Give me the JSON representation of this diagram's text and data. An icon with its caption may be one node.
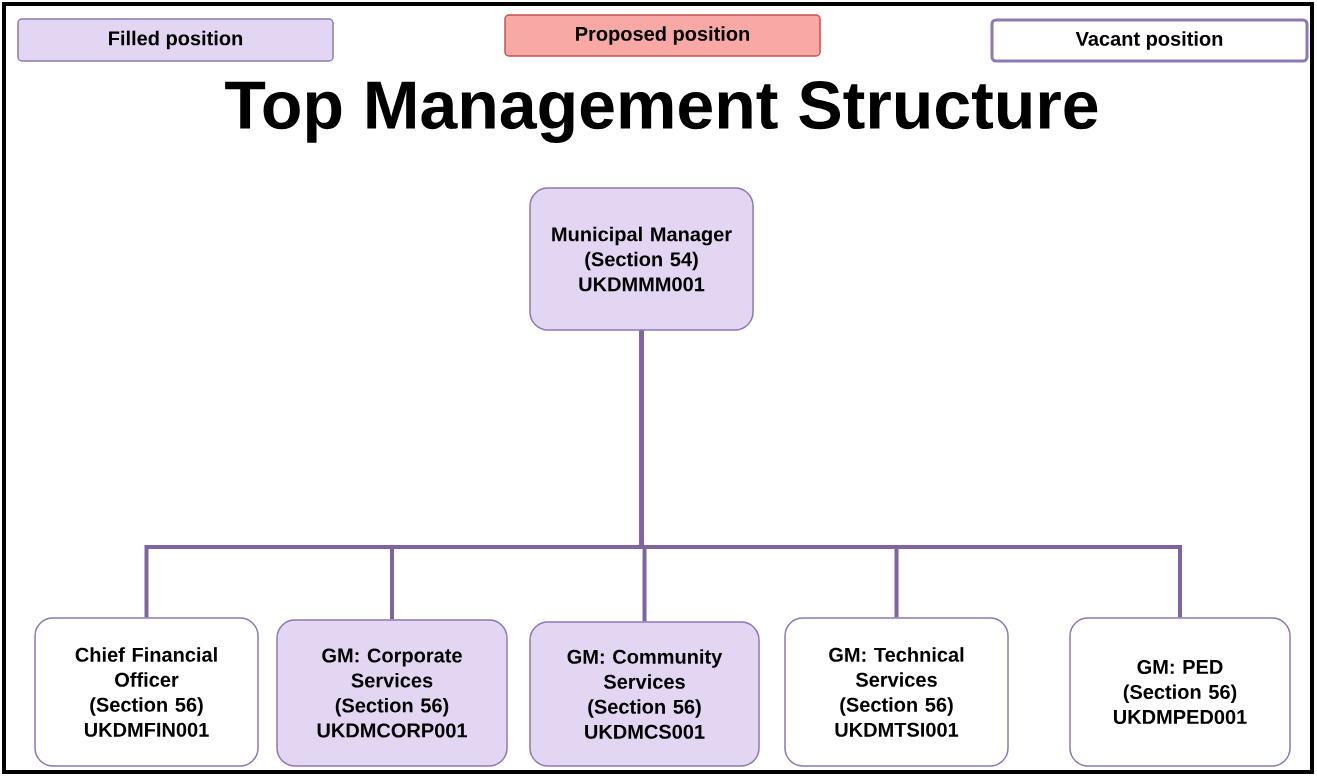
{
  "diagram": {
    "title": "Top Management Structure",
    "nodes": [
      {
        "text": [
          "Municipal Manager",
          "(Section 54)",
          "UKDMMM001"
        ]
      },
      {
        "text": [
          "Chief Financial Officer",
          "(Section 56)",
          "UKDMFIN001"
        ]
      },
      {
        "text": [
          "GM: Corporate Services",
          "(Section 56)",
          "UKDMCORP001"
        ]
      },
      {
        "text": [
          "GM: Community Services",
          "(Section 56)",
          "UKDMCS001"
        ]
      },
      {
        "text": [
          "GM: Technical Services",
          "(Section 56)",
          "UKDMTSI001"
        ]
      },
      {
        "text": [
          "GM: PED",
          "(Section 56)",
          "UKDMPED001"
        ]
      }
    ],
    "edges": [
      {
        "from": 0,
        "to": 1,
        "arrow": "none"
      },
      {
        "from": 0,
        "to": 2,
        "arrow": "none"
      },
      {
        "from": 0,
        "to": 3,
        "arrow": "none"
      },
      {
        "from": 0,
        "to": 4,
        "arrow": "none"
      },
      {
        "from": 0,
        "to": 5,
        "arrow": "none"
      }
    ],
    "legend": [
      {
        "text": "Filled position",
        "color": "#e2d6f3"
      },
      {
        "text": "Proposed position",
        "color": "#f8a9a6"
      },
      {
        "text": "Vacant position"
      }
    ]
  }
}
